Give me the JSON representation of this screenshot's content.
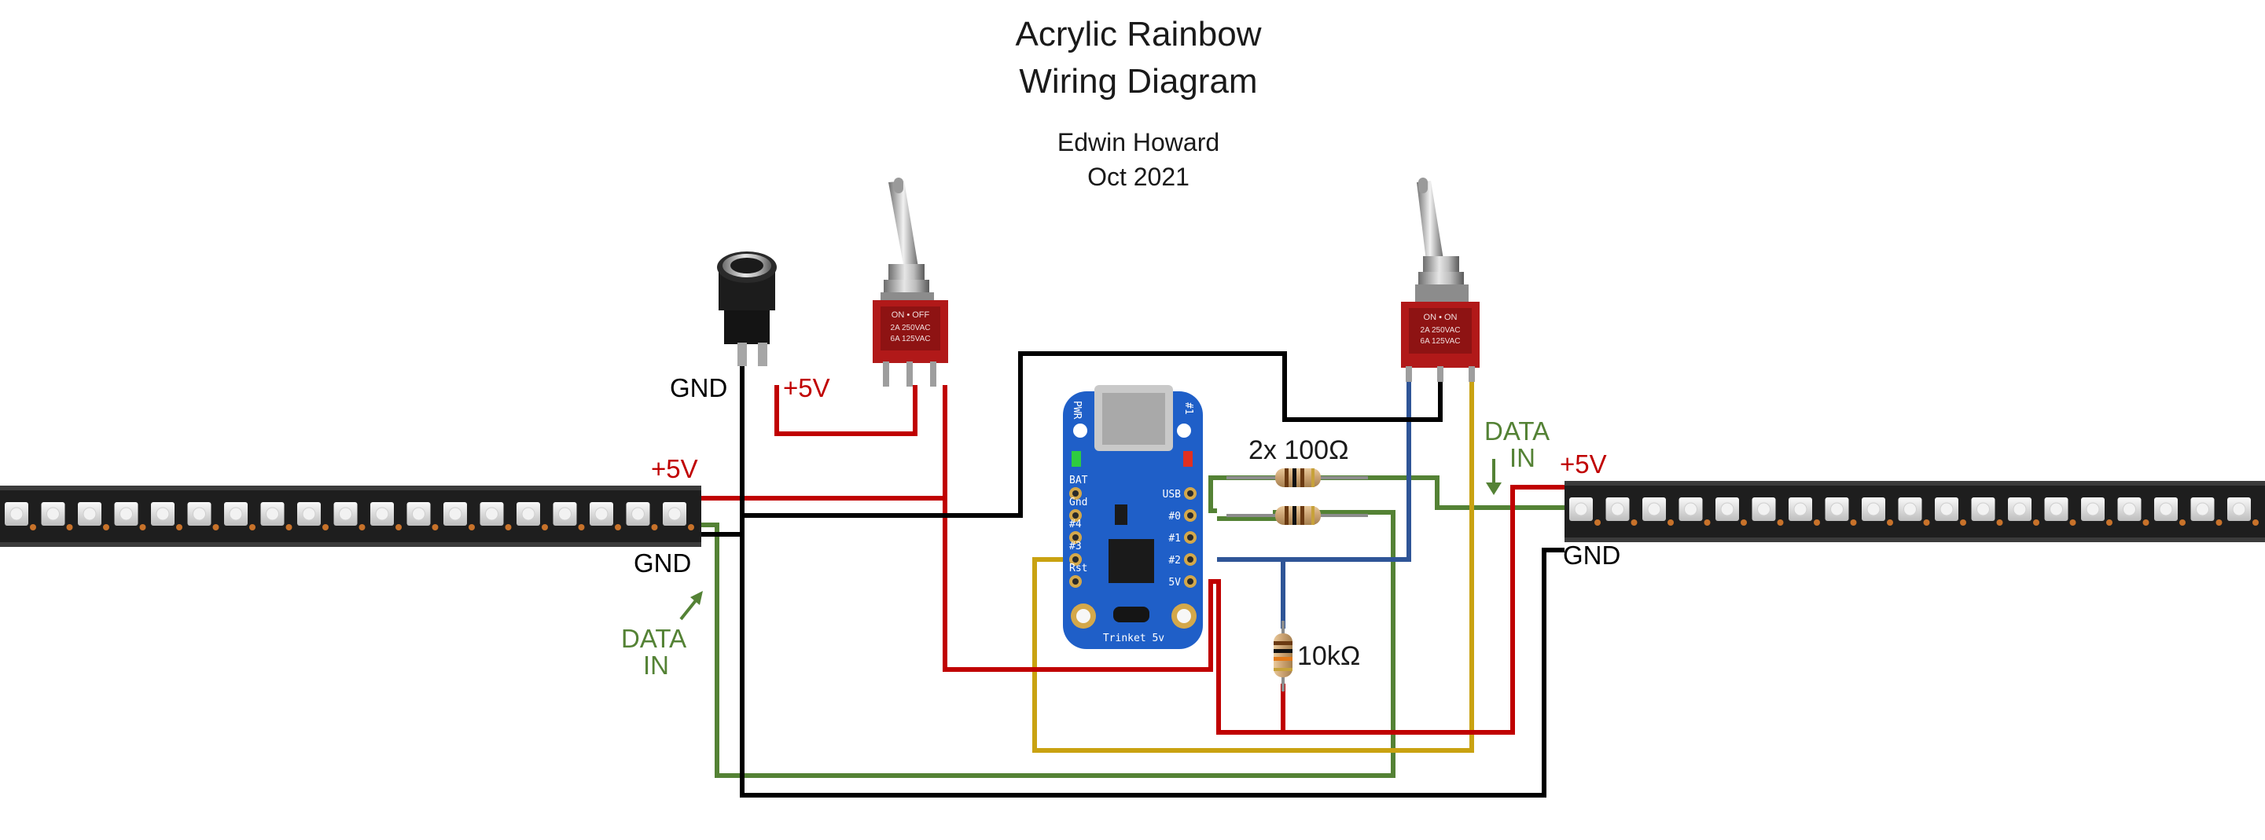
{
  "title": {
    "line1": "Acrylic Rainbow",
    "line2": "Wiring Diagram",
    "author": "Edwin Howard",
    "date": "Oct 2021"
  },
  "labels": {
    "jack_gnd": "GND",
    "jack_plus5v": "+5V",
    "left_strip_plus5v": "+5V",
    "left_strip_gnd": "GND",
    "left_strip_data_line1": "DATA",
    "left_strip_data_line2": "IN",
    "right_strip_data_line1": "DATA",
    "right_strip_data_line2": "IN",
    "right_strip_plus5v": "+5V",
    "right_strip_gnd": "GND",
    "resistors_100": "2x 100Ω",
    "resistor_10k": "10kΩ"
  },
  "trinket": {
    "name": "Trinket 5v",
    "pwr": "PWR",
    "pin1": "#1",
    "left_pins": [
      "BAT",
      "Gnd",
      "#4",
      "#3",
      "Rst"
    ],
    "right_pins": [
      "USB",
      "#0",
      "#1",
      "#2",
      "5V"
    ]
  },
  "switch_left": {
    "top_text": "ON • OFF",
    "rating1": "2A 250VAC",
    "rating2": "6A 125VAC"
  },
  "switch_right": {
    "top_text": "ON • ON",
    "rating1": "2A 250VAC",
    "rating2": "6A 125VAC"
  },
  "colors": {
    "wire_power": "#c00000",
    "wire_ground": "#000000",
    "wire_data_green": "#548235",
    "wire_data_yellow": "#c9a211",
    "wire_blue": "#2f5597",
    "label_red": "#c00000",
    "label_green": "#548235",
    "board_blue": "#1f5fc8",
    "switch_red": "#b11919",
    "strip_dark": "#222222"
  }
}
